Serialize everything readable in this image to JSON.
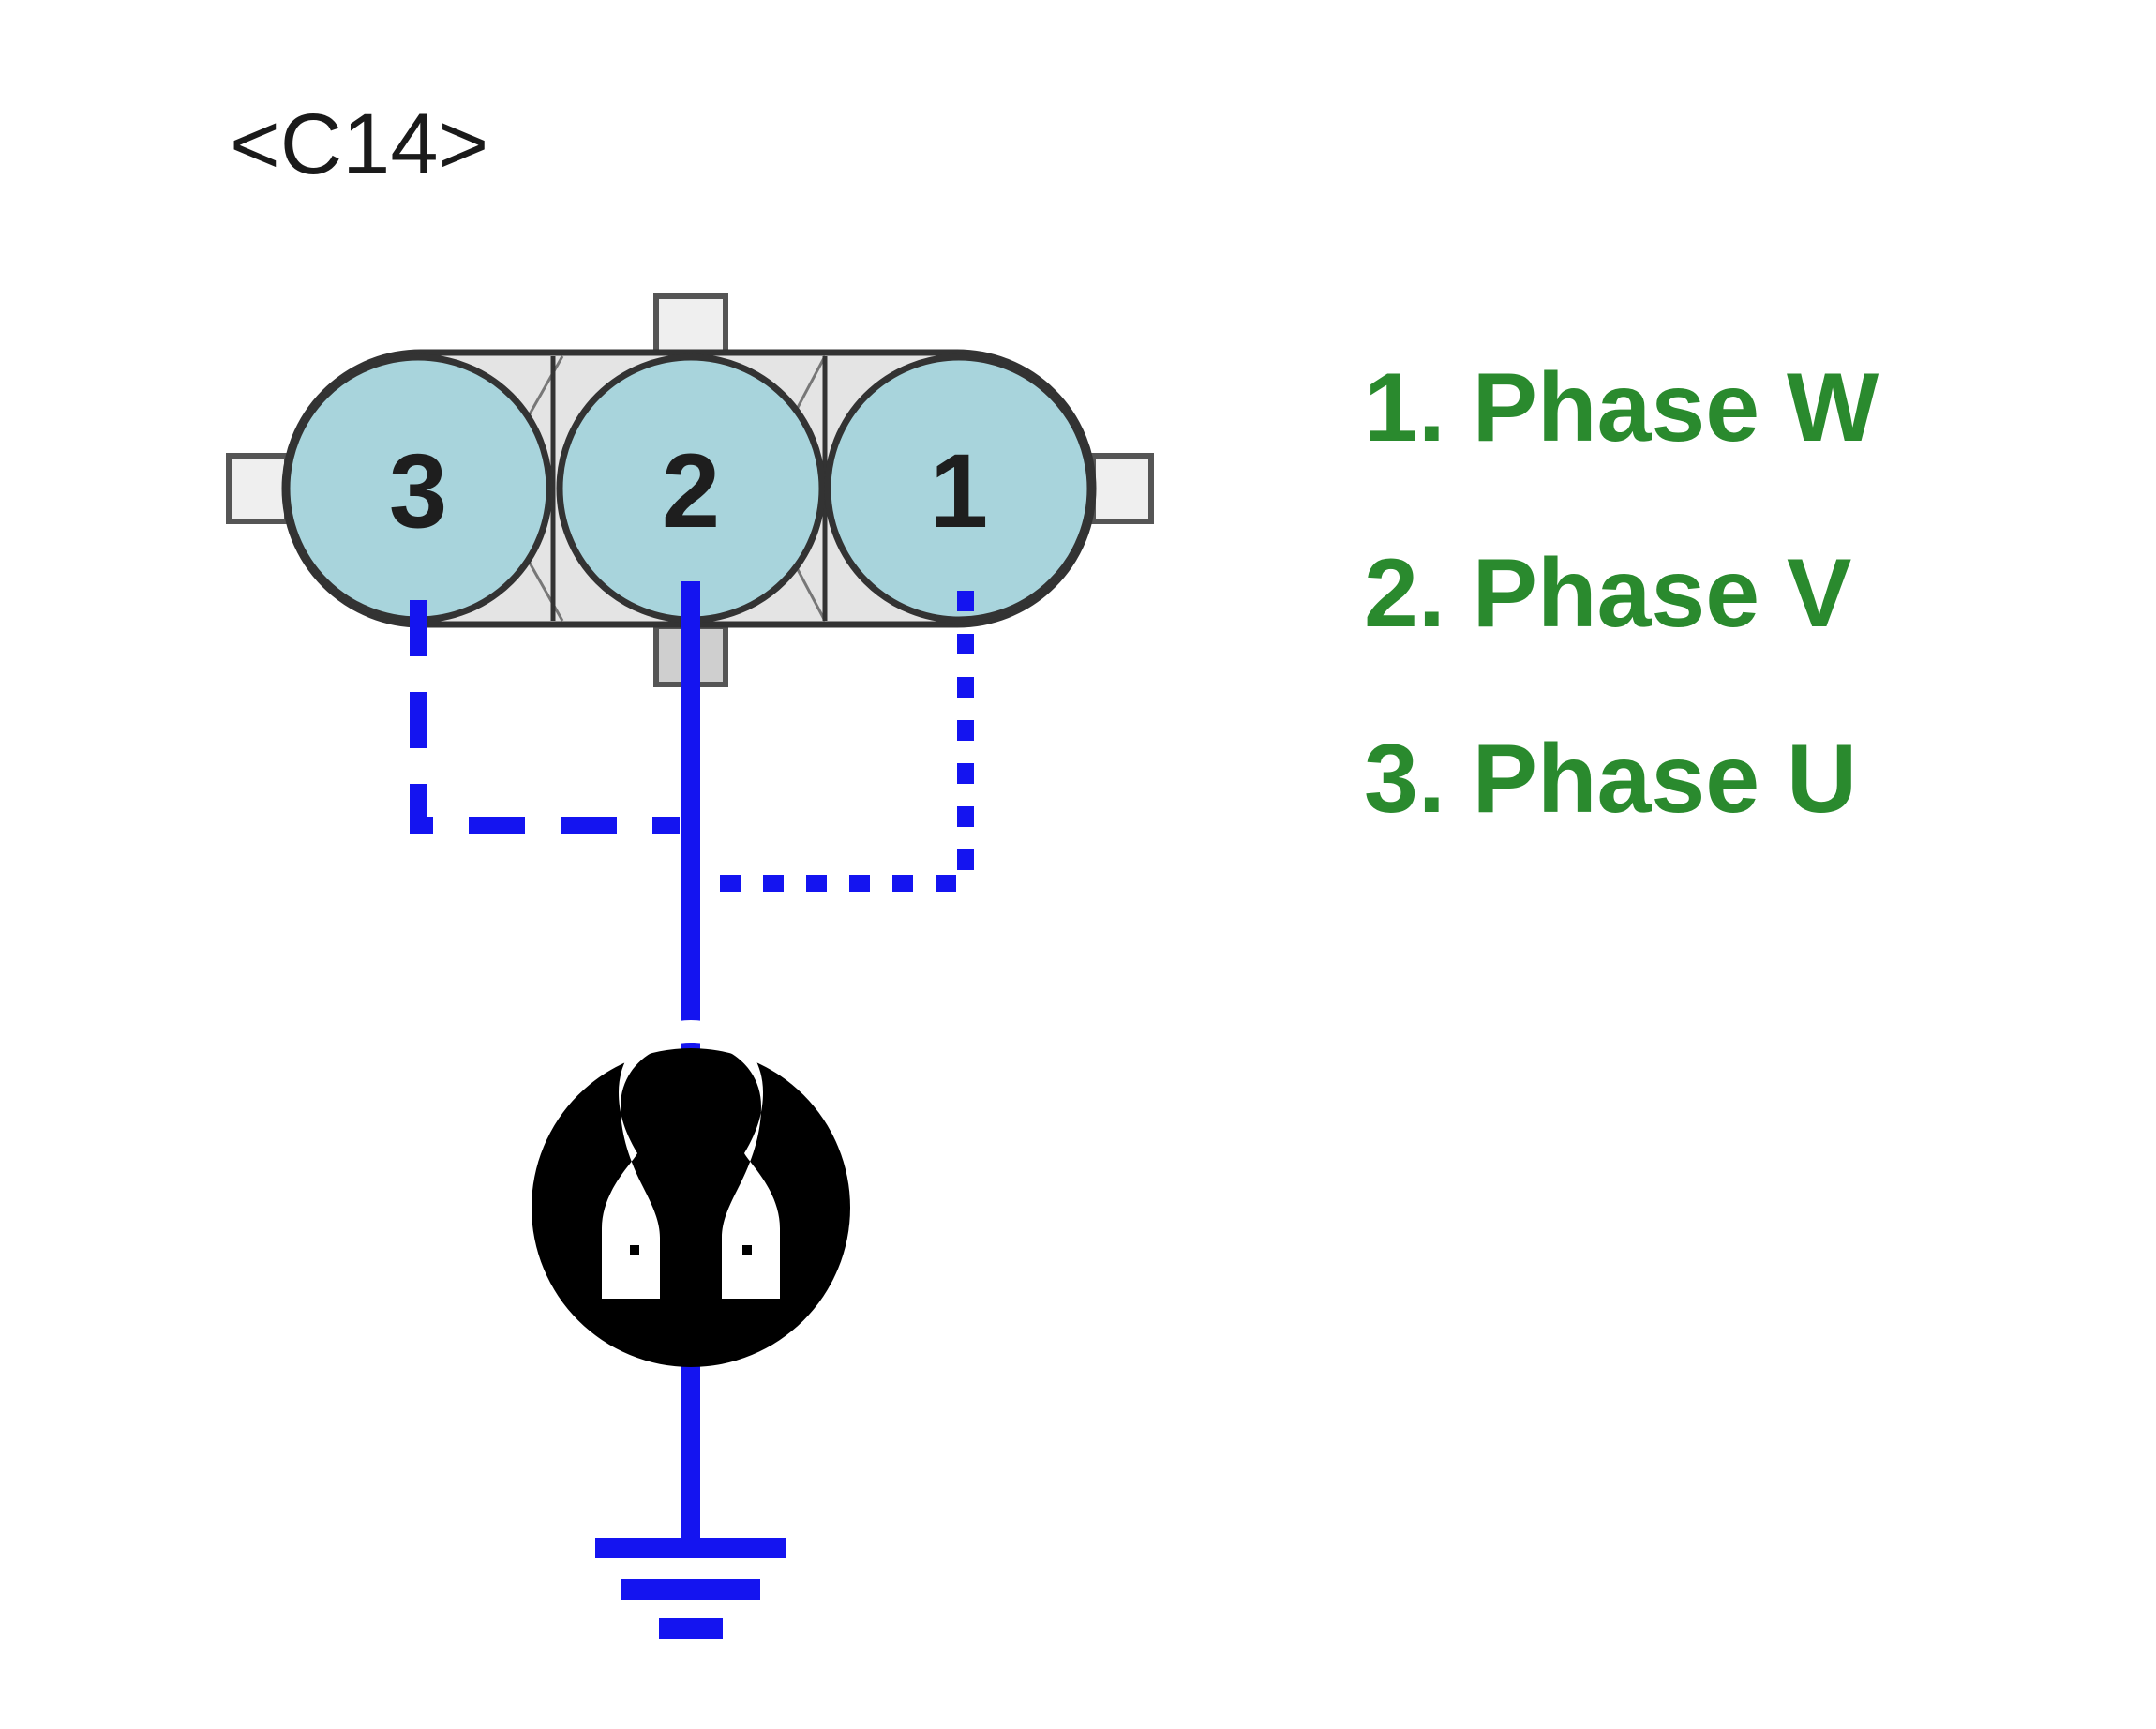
{
  "connector": {
    "label": "<C14>",
    "pins": [
      {
        "number": "3"
      },
      {
        "number": "2"
      },
      {
        "number": "1"
      }
    ]
  },
  "legend": {
    "items": [
      {
        "label": "1. Phase W"
      },
      {
        "label": "2. Phase V"
      },
      {
        "label": "3. Phase U"
      }
    ]
  },
  "meter": {
    "symbol": "Ω",
    "icon": "ohmmeter-icon"
  },
  "colors": {
    "wire": "#1414f0",
    "pin_fill": "#a8d4dc",
    "legend_text": "#2a8a2e",
    "connector_body": "#e4e4e4",
    "meter_body": "#000000"
  }
}
